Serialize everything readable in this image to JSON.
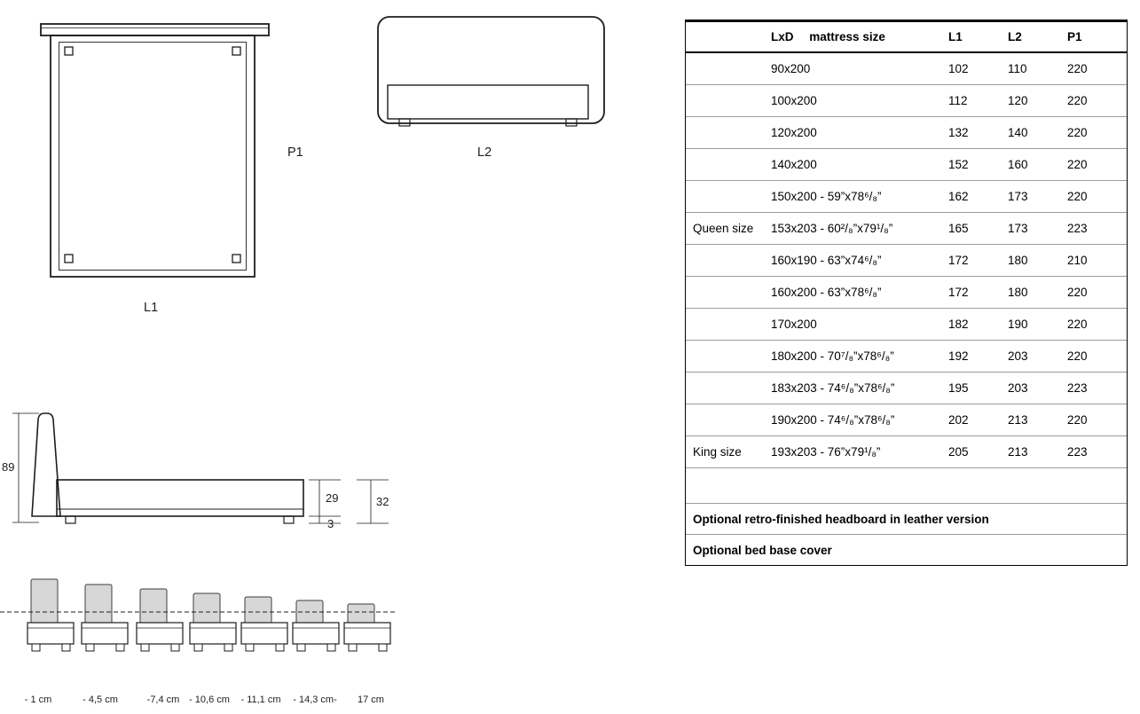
{
  "colors": {
    "line": "#1d1d1b",
    "headboard_fill": "#d7d7d7",
    "table_rule": "#9c9c9c"
  },
  "diagrams": {
    "top_view": {
      "depth_label": "P1",
      "width_label": "L1"
    },
    "front_view": {
      "width_label": "L2"
    },
    "side_view": {
      "total_height": "89",
      "base_height": "29",
      "feet_height": "3",
      "side_height": "32"
    },
    "headboard_options": [
      "- 1 cm",
      "- 4,5 cm",
      "-7,4 cm",
      "- 10,6 cm",
      "- 11,1 cm",
      "- 14,3 cm-",
      "17 cm"
    ]
  },
  "table": {
    "header": {
      "lxd": "LxD",
      "mattress": "mattress size",
      "l1": "L1",
      "l2": "L2",
      "p1": "P1"
    },
    "rows": [
      {
        "group": "",
        "size": "90x200",
        "l1": "102",
        "l2": "110",
        "p1": "220"
      },
      {
        "group": "",
        "size": "100x200",
        "l1": "112",
        "l2": "120",
        "p1": "220"
      },
      {
        "group": "",
        "size": "120x200",
        "l1": "132",
        "l2": "140",
        "p1": "220"
      },
      {
        "group": "",
        "size": "140x200",
        "l1": "152",
        "l2": "160",
        "p1": "220"
      },
      {
        "group": "",
        "size": "150x200 - 59”x78⁶/₈”",
        "l1": "162",
        "l2": "173",
        "p1": "220"
      },
      {
        "group": "Queen size",
        "size": "153x203 - 60²/₈”x79¹/₈”",
        "l1": "165",
        "l2": "173",
        "p1": "223"
      },
      {
        "group": "",
        "size": "160x190 - 63”x74⁶/₈”",
        "l1": "172",
        "l2": "180",
        "p1": "210"
      },
      {
        "group": "",
        "size": "160x200 - 63”x78⁶/₈”",
        "l1": "172",
        "l2": "180",
        "p1": "220"
      },
      {
        "group": "",
        "size": "170x200",
        "l1": "182",
        "l2": "190",
        "p1": "220"
      },
      {
        "group": "",
        "size": "180x200 - 70⁷/₈”x78⁶/₈”",
        "l1": "192",
        "l2": "203",
        "p1": "220"
      },
      {
        "group": "",
        "size": "183x203 - 74⁶/₈”x78⁶/₈”",
        "l1": "195",
        "l2": "203",
        "p1": "223"
      },
      {
        "group": "",
        "size": "190x200 - 74⁶/₈”x78⁶/₈”",
        "l1": "202",
        "l2": "213",
        "p1": "220"
      },
      {
        "group": "King size",
        "size": "193x203 - 76”x79¹/₈”",
        "l1": "205",
        "l2": "213",
        "p1": "223"
      }
    ],
    "notes": [
      "Optional retro-finished headboard in leather version",
      "Optional bed base cover"
    ]
  }
}
